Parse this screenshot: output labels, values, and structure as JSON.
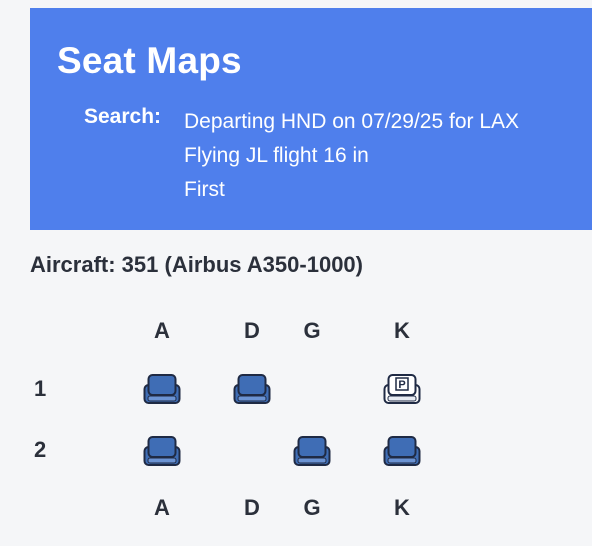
{
  "header": {
    "title": "Seat Maps",
    "search_label": "Search:",
    "search_lines": [
      "Departing HND on 07/29/25 for LAX",
      "Flying JL flight 16 in",
      "First"
    ]
  },
  "aircraft": "Aircraft: 351 (Airbus A350-1000)",
  "seatmap": {
    "columns": [
      "A",
      "D",
      "G",
      "K"
    ],
    "rows": [
      {
        "label": "1",
        "seats": {
          "A": "available",
          "D": "available",
          "G": "none",
          "K": "premium"
        }
      },
      {
        "label": "2",
        "seats": {
          "A": "available",
          "D": "none",
          "G": "available",
          "K": "available"
        }
      }
    ],
    "premium_mark": "P"
  },
  "colors": {
    "header_bg": "#4f7fec",
    "seat_blue": "#3f6db5",
    "seat_dark": "#1f2a44",
    "premium_fill": "#ffffff"
  },
  "icons": {
    "available_seat": "seat-icon",
    "premium_seat": "premium-seat-icon"
  }
}
